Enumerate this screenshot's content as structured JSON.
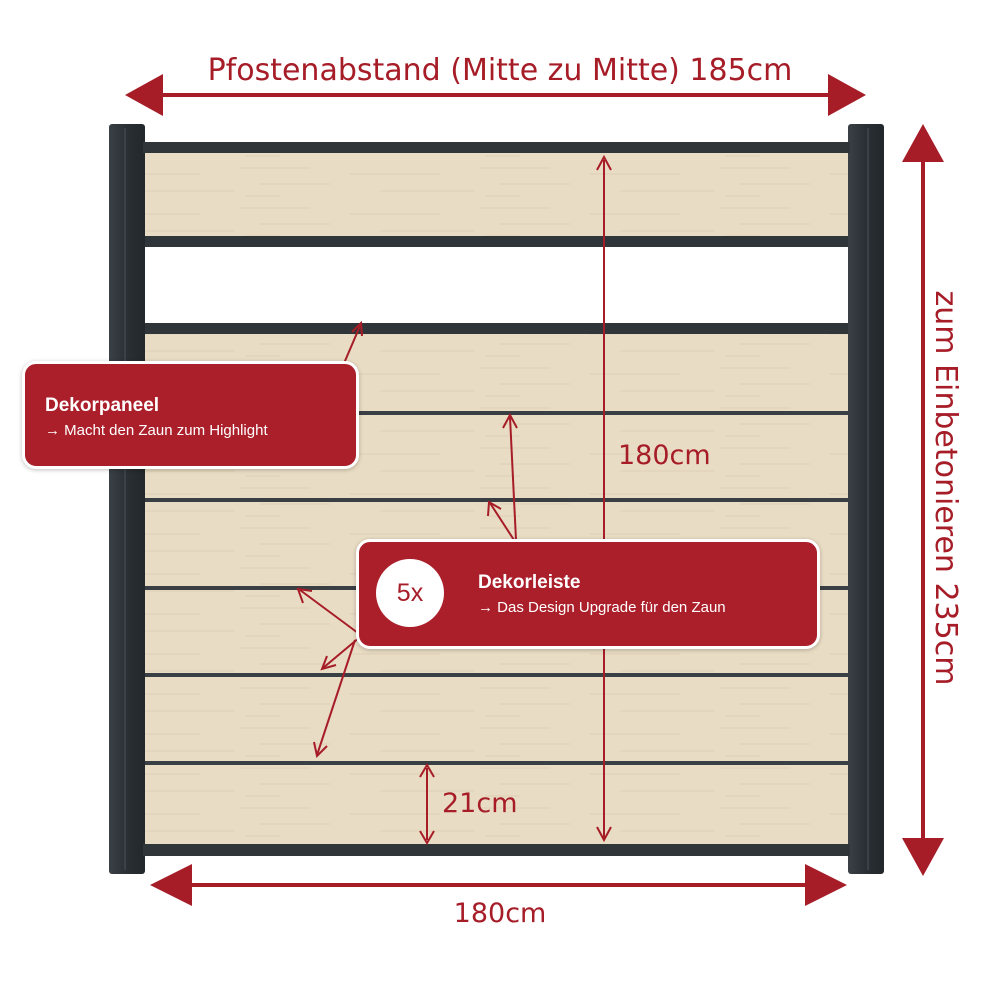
{
  "dimensions": {
    "post_spacing": "Pfostenabstand (Mitte zu Mitte) 185cm",
    "total_height": "zum Einbetonieren 235cm",
    "panel_height": "180cm",
    "panel_width": "180cm",
    "board_height": "21cm"
  },
  "callouts": {
    "decor_panel": {
      "title": "Dekorpaneel",
      "subtitle": "→ Macht den Zaun zum Highlight"
    },
    "decor_strip": {
      "count": "5x",
      "title": "Dekorleiste",
      "subtitle": "→ Das Design Upgrade für den Zaun"
    }
  },
  "colors": {
    "accent_red": "#a61c27",
    "wood": "#e9dcc4",
    "frame": "#2e3338"
  },
  "icons": [
    "double-arrow-horizontal",
    "double-arrow-vertical",
    "pointer-arrow"
  ]
}
